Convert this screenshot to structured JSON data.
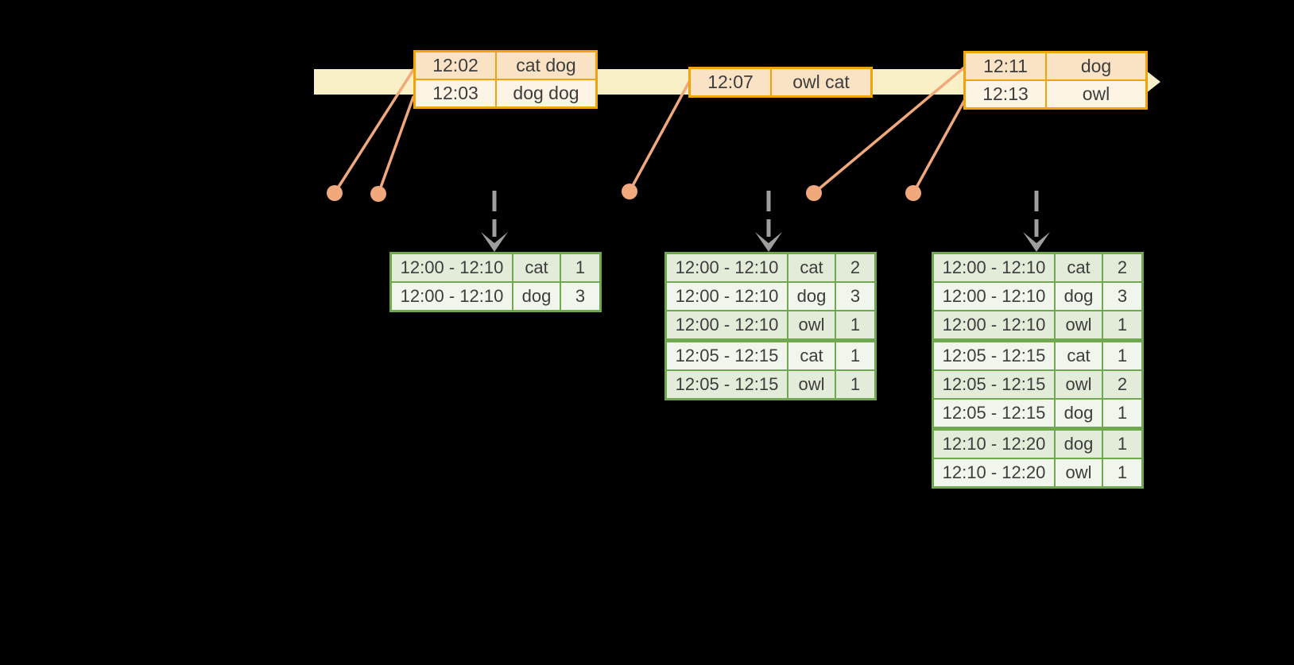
{
  "colors": {
    "background": "#000000",
    "timeline_bar": "#faf0c7",
    "event_table_border": "#f0a30a",
    "event_fill_dark": "#fae3c4",
    "event_fill_light": "#fdf4e6",
    "event_dot": "#f0a87c",
    "trigger_arrow": "#9e9e9e",
    "result_table_border": "#70a84f",
    "result_fill_dark": "#e2ecd8",
    "result_fill_light": "#f1f6ec",
    "text": "#3d3d3d"
  },
  "timeline": {
    "event_tables": [
      {
        "rows": [
          {
            "time": "12:02",
            "words": "cat dog"
          },
          {
            "time": "12:03",
            "words": "dog dog"
          }
        ]
      },
      {
        "rows": [
          {
            "time": "12:07",
            "words": "owl cat"
          }
        ]
      },
      {
        "rows": [
          {
            "time": "12:11",
            "words": "dog"
          },
          {
            "time": "12:13",
            "words": "owl"
          }
        ]
      }
    ],
    "event_dot_count": 5,
    "trigger_arrow_count": 3
  },
  "result_tables": [
    {
      "rows": [
        {
          "window": "12:00 - 12:10",
          "word": "cat",
          "count": "1"
        },
        {
          "window": "12:00 - 12:10",
          "word": "dog",
          "count": "3"
        }
      ]
    },
    {
      "rows": [
        {
          "window": "12:00 - 12:10",
          "word": "cat",
          "count": "2"
        },
        {
          "window": "12:00 - 12:10",
          "word": "dog",
          "count": "3"
        },
        {
          "window": "12:00 - 12:10",
          "word": "owl",
          "count": "1"
        },
        {
          "window": "12:05 - 12:15",
          "word": "cat",
          "count": "1"
        },
        {
          "window": "12:05 - 12:15",
          "word": "owl",
          "count": "1"
        }
      ]
    },
    {
      "rows": [
        {
          "window": "12:00 - 12:10",
          "word": "cat",
          "count": "2"
        },
        {
          "window": "12:00 - 12:10",
          "word": "dog",
          "count": "3"
        },
        {
          "window": "12:00 - 12:10",
          "word": "owl",
          "count": "1"
        },
        {
          "window": "12:05 - 12:15",
          "word": "cat",
          "count": "1"
        },
        {
          "window": "12:05 - 12:15",
          "word": "owl",
          "count": "2"
        },
        {
          "window": "12:05 - 12:15",
          "word": "dog",
          "count": "1"
        },
        {
          "window": "12:10 - 12:20",
          "word": "dog",
          "count": "1"
        },
        {
          "window": "12:10 - 12:20",
          "word": "owl",
          "count": "1"
        }
      ]
    }
  ]
}
